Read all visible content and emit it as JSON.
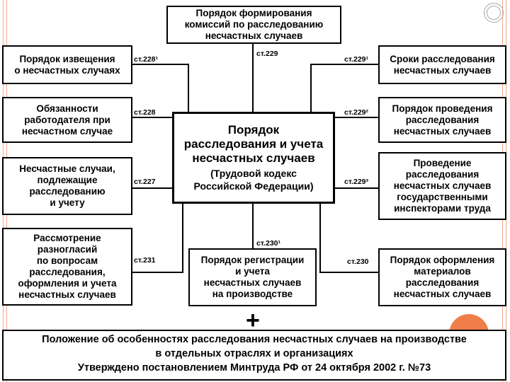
{
  "center": {
    "title": "Порядок\nрасследования и учета\nнесчастных случаев",
    "subtitle": "(Трудовой кодекс\nРоссийской Федерации)"
  },
  "boxes": {
    "top": "Порядок формирования\nкомиссий по расследованию\nнесчастных случаев",
    "left1": "Порядок извещения\nо несчастных случаях",
    "left2": "Обязанности\nработодателя при\nнесчастном случае",
    "left3": "Несчастные случаи,\nподлежащие\nрасследованию\nи учету",
    "left4": "Рассмотрение\nразногласий\nпо вопросам\nрасследования,\nоформления и учета\nнесчастных случаев",
    "right1": "Сроки расследования\nнесчастных случаев",
    "right2": "Порядок проведения\nрасследования\nнесчастных случаев",
    "right3": "Проведение\nрасследования\nнесчастных случаев\nгосударственными\nинспекторами труда",
    "right4": "Порядок оформления\nматериалов\nрасследования\nнесчастных случаев",
    "bottom": "Порядок регистрации\nи учета\nнесчастных случаев\nна производстве"
  },
  "labels": {
    "top": "ст.229",
    "left1": "ст.228¹",
    "left2": "ст.228",
    "left3": "ст.227",
    "left4": "ст.231",
    "right1": "ст.229¹",
    "right2": "ст.229²",
    "right3": "ст.229³",
    "right4": "ст.230",
    "bottom": "ст.230¹"
  },
  "plus": "+",
  "footer": {
    "line1": "Положение об особенностях расследования несчастных случаев на производстве",
    "line2": "в отдельных отраслях и организациях",
    "line3": "Утверждено постановлением Минтруда РФ от 24 октября 2002 г. №73"
  },
  "colors": {
    "frame": "#f4a88a",
    "accent_dot": "#f07e4a",
    "icon_stroke": "#a8a8a8"
  }
}
